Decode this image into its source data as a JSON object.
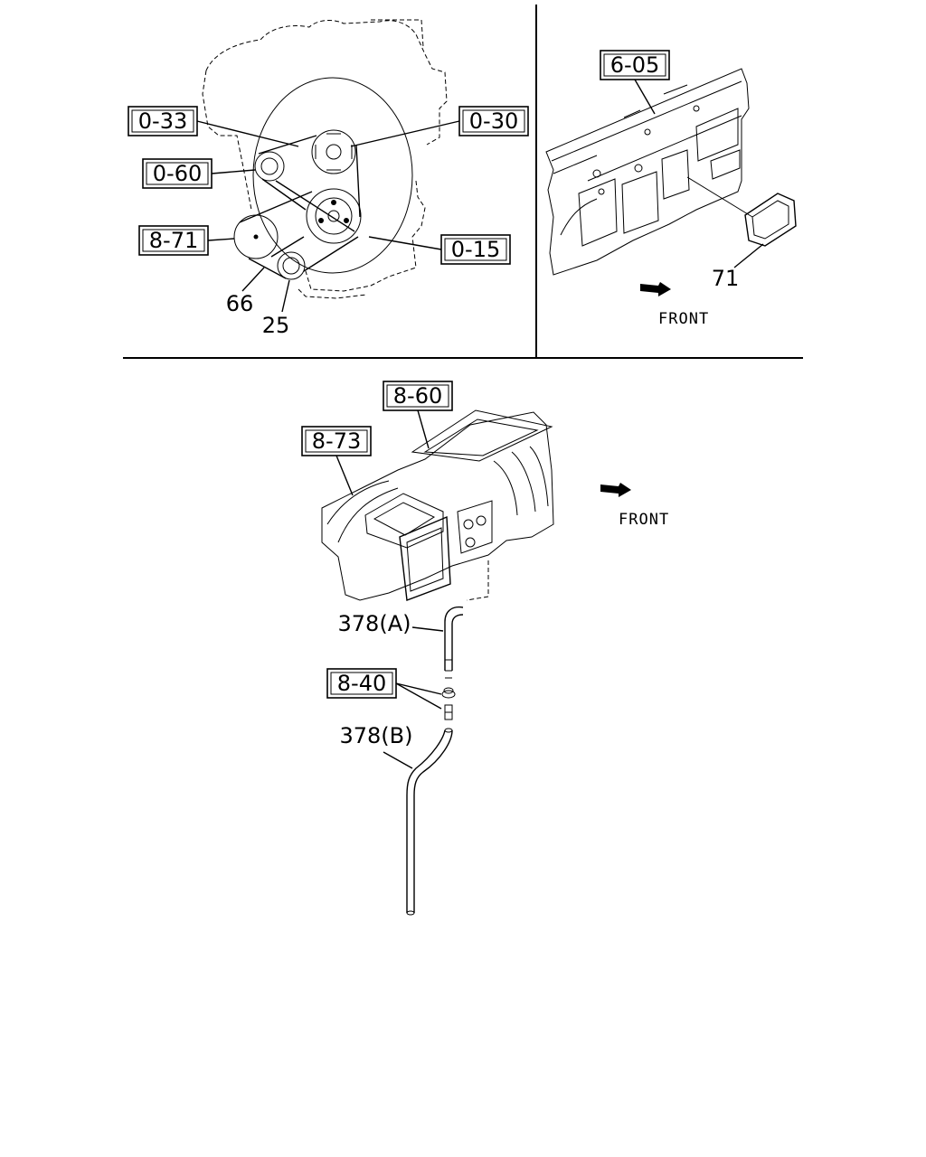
{
  "top_left_panel": {
    "callouts": {
      "ref_0_33": "0-33",
      "ref_0_30": "0-30",
      "ref_0_60": "0-60",
      "ref_8_71": "8-71",
      "ref_0_15": "0-15"
    },
    "part_numbers": {
      "belt": "66",
      "idler_pulley": "25"
    }
  },
  "top_right_panel": {
    "callouts": {
      "ref_6_05": "6-05"
    },
    "part_numbers": {
      "seal": "71"
    },
    "direction_label": "FRONT"
  },
  "bottom_panel": {
    "callouts": {
      "ref_8_60": "8-60",
      "ref_8_73": "8-73",
      "ref_8_40": "8-40"
    },
    "part_numbers": {
      "drain_hose_a": "378(A)",
      "drain_hose_b": "378(B)"
    },
    "direction_label": "FRONT"
  }
}
